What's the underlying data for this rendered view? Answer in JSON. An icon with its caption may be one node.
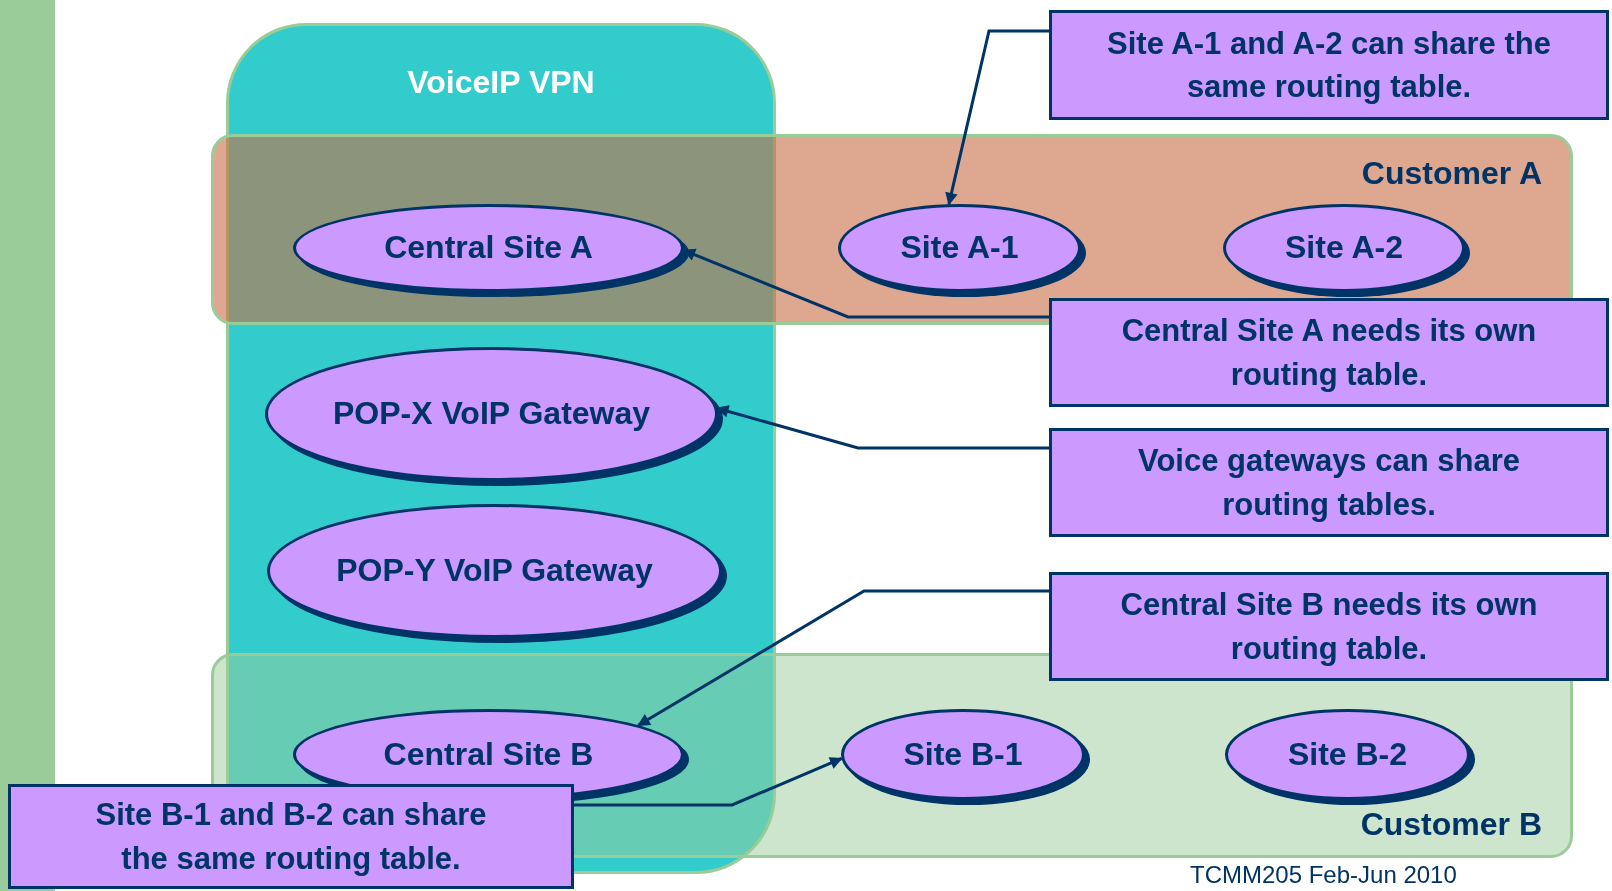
{
  "diagram": {
    "nodes": [
      {
        "text": [],
        "shape": "bar"
      },
      {
        "text": [
          "VoiceIP VPN"
        ]
      },
      {
        "text": [
          "Customer A"
        ]
      },
      {
        "text": [
          "Central Site A"
        ]
      },
      {
        "text": [
          "Site A-1"
        ],
        "in": 2
      },
      {
        "text": [
          "Site A-2"
        ],
        "in": 2
      },
      {
        "text": [
          "POP-X VoIP Gateway"
        ],
        "in": 1
      },
      {
        "text": [
          "POP-Y VoIP Gateway"
        ],
        "in": 1
      },
      {
        "text": [
          "Customer B"
        ]
      },
      {
        "text": [
          "Central Site B"
        ]
      },
      {
        "text": [
          "Site B-1"
        ],
        "in": 8
      },
      {
        "text": [
          "Site B-2"
        ],
        "in": 8
      },
      {
        "text": [
          "Site A-1 and A-2 can share the same routing table."
        ]
      },
      {
        "text": [
          "Central Site A needs its own routing table."
        ]
      },
      {
        "text": [
          "Voice gateways can share routing tables."
        ]
      },
      {
        "text": [
          "Central Site B needs its own routing table."
        ]
      },
      {
        "text": [
          "Site B-1 and B-2 can share the same routing table."
        ]
      }
    ],
    "edges": [
      {
        "from": 12,
        "to": 4,
        "arrow": "to"
      },
      {
        "from": 13,
        "to": 3,
        "arrow": "to"
      },
      {
        "from": 14,
        "to": 6,
        "arrow": "to"
      },
      {
        "from": 15,
        "to": 9,
        "arrow": "to"
      },
      {
        "from": 16,
        "to": 10,
        "arrow": "to"
      }
    ],
    "labels": [
      "TCMM205 Feb-Jun 2010"
    ]
  }
}
